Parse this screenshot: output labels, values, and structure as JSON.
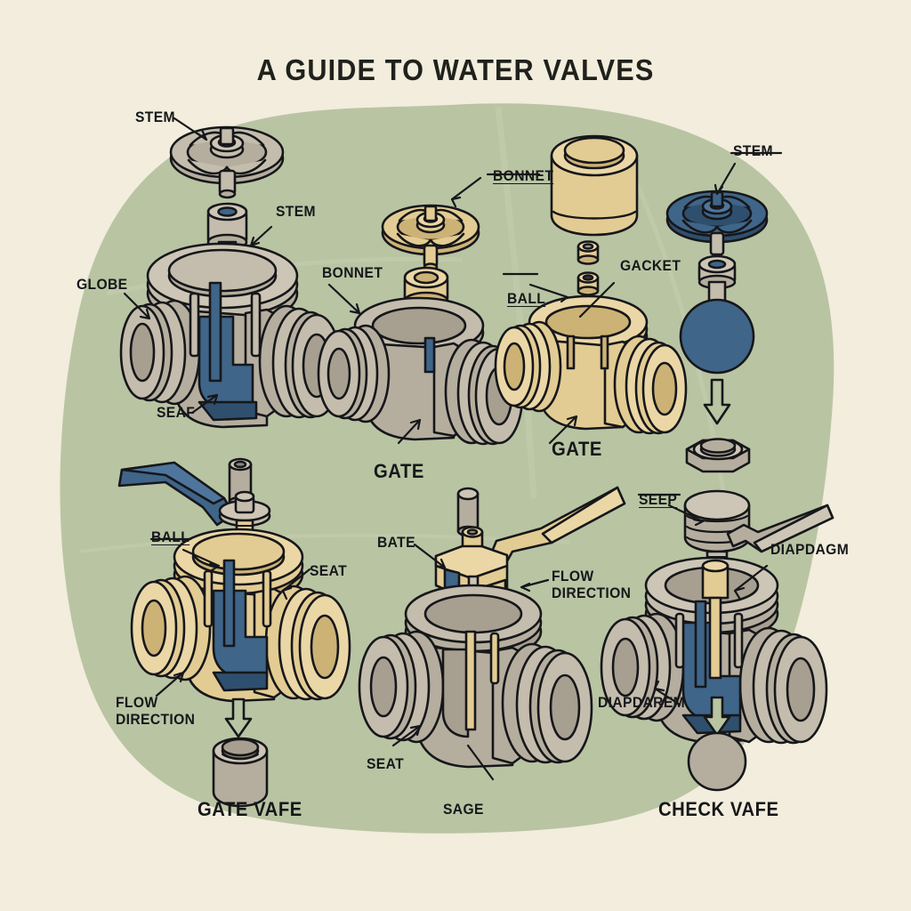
{
  "poster": {
    "title": "A GUIDE TO WATER VALVES",
    "background_color": "#f2eddc",
    "blob_color": "#b9c4a3",
    "ink_color": "#16171a",
    "palette": {
      "brass": "#e3cc93",
      "brass_dark": "#cdb276",
      "steel": "#b5ae9f",
      "steel_dark": "#9a9384",
      "blue": "#3f6589",
      "blue_dark": "#2f4f6e"
    }
  },
  "labels": {
    "stem_top_left": "STEM",
    "stem_globe": "STEM",
    "globe": "GLOBE",
    "seat_globe": "SEAF",
    "bonnet_gate_left": "BONNET",
    "bonnet_gate_right": "BONNET",
    "gate_caption_mid": "GATE",
    "ball_top": "BALL",
    "gacket": "GACKET",
    "gate_caption_right": "GATE",
    "stem_check": "STEM",
    "ball_bottom": "BALL",
    "seat_ball": "SEAT",
    "flow_direction_left": "FLOW\nDIRECTION",
    "gate_valve_caption": "GATE VAFE",
    "bate": "BATE",
    "flow_direction_mid": "FLOW\nDIRECTION",
    "seat_mid": "SEAT",
    "sage": "SAGE",
    "seep": "SEEP",
    "diapdagm": "DIAPDAGM",
    "diapdarem": "DIAPDAREM",
    "check_valve_caption": "CHECK VAFE"
  }
}
